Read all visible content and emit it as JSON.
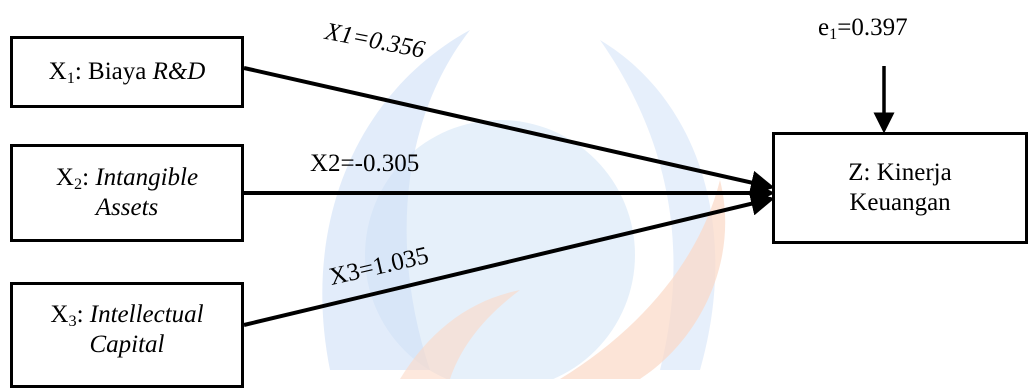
{
  "colors": {
    "stroke": "#000000",
    "watermark_blue": "#cfe0f6",
    "watermark_orange": "#fbd8c6"
  },
  "nodes": {
    "x1": {
      "var": "X",
      "sub": "1",
      "sep": ": ",
      "text": "Biaya ",
      "italic": "R&D"
    },
    "x2": {
      "var": "X",
      "sub": "2",
      "sep": ": ",
      "italic_line1": "Intangible",
      "italic_line2": "Assets"
    },
    "x3": {
      "var": "X",
      "sub": "3",
      "sep": ": ",
      "italic_line1": "Intellectual",
      "italic_line2": "Capital"
    },
    "z": {
      "line1": "Z: Kinerja",
      "line2": "Keuangan"
    }
  },
  "edges": {
    "x1": "X1=0.356",
    "x2": "X2=-0.305",
    "x3": "X3=1.035"
  },
  "error": {
    "var": "e",
    "sub": "1",
    "value": "=0.397"
  }
}
